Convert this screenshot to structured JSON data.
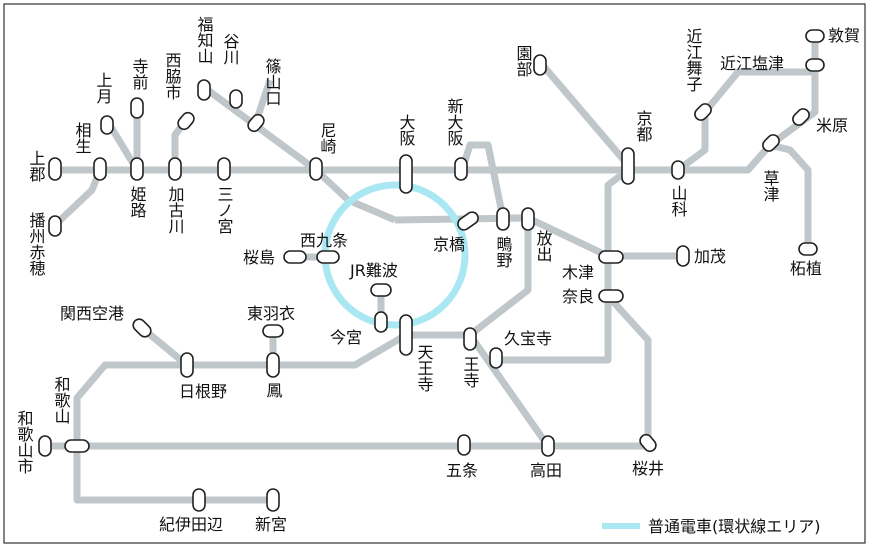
{
  "stations": [
    {
      "id": "tsuruga",
      "name": "敦賀"
    },
    {
      "id": "omishiotsu",
      "name": "近江塩津"
    },
    {
      "id": "maibara",
      "name": "米原"
    },
    {
      "id": "kusatsu",
      "name": "草津"
    },
    {
      "id": "tsuge",
      "name": "柘植"
    },
    {
      "id": "omimaiko",
      "name": "近江舞子"
    },
    {
      "id": "yamashina",
      "name": "山科"
    },
    {
      "id": "kyoto",
      "name": "京都"
    },
    {
      "id": "sonobe",
      "name": "園部"
    },
    {
      "id": "kamo",
      "name": "加茂"
    },
    {
      "id": "kizu",
      "name": "木津"
    },
    {
      "id": "nara",
      "name": "奈良"
    },
    {
      "id": "shinosaka",
      "name": "新大阪"
    },
    {
      "id": "osaka",
      "name": "大阪"
    },
    {
      "id": "amagasaki",
      "name": "尼崎"
    },
    {
      "id": "sasayamaguchi",
      "name": "篠山口"
    },
    {
      "id": "tanigawa",
      "name": "谷川"
    },
    {
      "id": "fukuchiyama",
      "name": "福知山"
    },
    {
      "id": "nishiwaki",
      "name": "西脇市"
    },
    {
      "id": "sannomiya",
      "name": "三ノ宮"
    },
    {
      "id": "kakogawa",
      "name": "加古川"
    },
    {
      "id": "himeji",
      "name": "姫路"
    },
    {
      "id": "teramae",
      "name": "寺前"
    },
    {
      "id": "kamitsuki",
      "name": "上月"
    },
    {
      "id": "aioi",
      "name": "相生"
    },
    {
      "id": "kamigori",
      "name": "上郡"
    },
    {
      "id": "banshuako",
      "name": "播州赤穂"
    },
    {
      "id": "kyobashi",
      "name": "京橋"
    },
    {
      "id": "shigino",
      "name": "鴫野"
    },
    {
      "id": "hanaten",
      "name": "放出"
    },
    {
      "id": "nishikujo",
      "name": "西九条"
    },
    {
      "id": "sakurajima",
      "name": "桜島"
    },
    {
      "id": "jrnamba",
      "name": "JR難波"
    },
    {
      "id": "imamiya",
      "name": "今宮"
    },
    {
      "id": "tennoji",
      "name": "天王寺"
    },
    {
      "id": "kyuhoji",
      "name": "久宝寺"
    },
    {
      "id": "oji",
      "name": "王寺"
    },
    {
      "id": "takada",
      "name": "高田"
    },
    {
      "id": "sakurai",
      "name": "桜井"
    },
    {
      "id": "gojo",
      "name": "五条"
    },
    {
      "id": "higashihagoromo",
      "name": "東羽衣"
    },
    {
      "id": "otori",
      "name": "鳳"
    },
    {
      "id": "hineno",
      "name": "日根野"
    },
    {
      "id": "kansaikuko",
      "name": "関西空港"
    },
    {
      "id": "wakayama",
      "name": "和歌山"
    },
    {
      "id": "wakayamashi",
      "name": "和歌山市"
    },
    {
      "id": "kiitanabe",
      "name": "紀伊田辺"
    },
    {
      "id": "shingu",
      "name": "新宮"
    }
  ],
  "legend": {
    "label": "普通電車(環状線エリア)",
    "color": "#a9e8f2"
  },
  "colors": {
    "line": "#bfc7cb",
    "loop": "#a9e8f2",
    "station_fill": "#ffffff",
    "station_stroke": "#222222"
  }
}
